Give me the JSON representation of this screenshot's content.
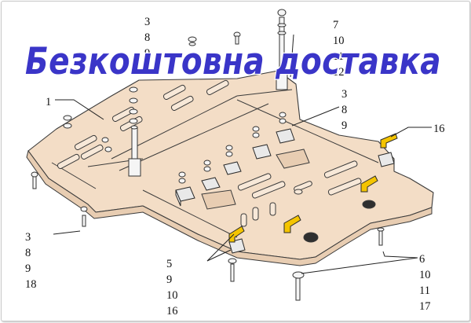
{
  "banner": {
    "text": "Безкоштовна  доставка",
    "color": "#3a35c8"
  },
  "callouts": {
    "c1": [
      "1"
    ],
    "c2": [
      "3",
      "8",
      "9"
    ],
    "c3": [
      "7",
      "10",
      "11",
      "12"
    ],
    "c4": [
      "3",
      "8",
      "9"
    ],
    "c5": [
      "16"
    ],
    "c6": [
      "3",
      "8",
      "9",
      "18"
    ],
    "c7": [
      "5",
      "9",
      "10",
      "16"
    ],
    "c8": [
      "6",
      "10",
      "11",
      "17"
    ]
  },
  "colors": {
    "plate": "#f3ddc6",
    "bracket": "#f4c400"
  }
}
